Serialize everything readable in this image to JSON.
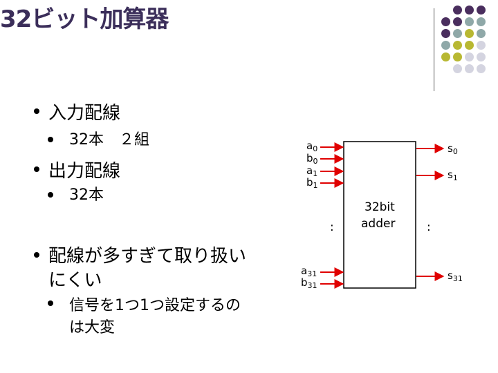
{
  "slide": {
    "title": "32ビット加算器",
    "bullets": [
      {
        "text": "入力配線",
        "sub": [
          "32本　２組"
        ]
      },
      {
        "text": "出力配線",
        "sub": [
          "32本"
        ]
      },
      {
        "text_lines": [
          "配線が多すぎて取り扱い",
          "にくい"
        ],
        "sub_lines": [
          "信号を1つ1つ設定するの",
          "は大変"
        ]
      }
    ]
  },
  "diagram": {
    "block_label_lines": [
      "32bit",
      "adder"
    ],
    "inputs_top": [
      {
        "base": "a",
        "index": "0"
      },
      {
        "base": "b",
        "index": "0"
      },
      {
        "base": "a",
        "index": "1"
      },
      {
        "base": "b",
        "index": "1"
      }
    ],
    "inputs_bottom": [
      {
        "base": "a",
        "index": "31"
      },
      {
        "base": "b",
        "index": "31"
      }
    ],
    "outputs": [
      {
        "base": "s",
        "index": "0"
      },
      {
        "base": "s",
        "index": "1"
      },
      {
        "base": "s",
        "index": "31"
      }
    ],
    "ellipsis": ":",
    "arrow_color": "#e00000"
  },
  "decoration": {
    "dot_colors": {
      "purple": "#4a2e5e",
      "gray": "#8fa8a8",
      "olive": "#b8b832",
      "light": "#d4d4e0"
    }
  }
}
